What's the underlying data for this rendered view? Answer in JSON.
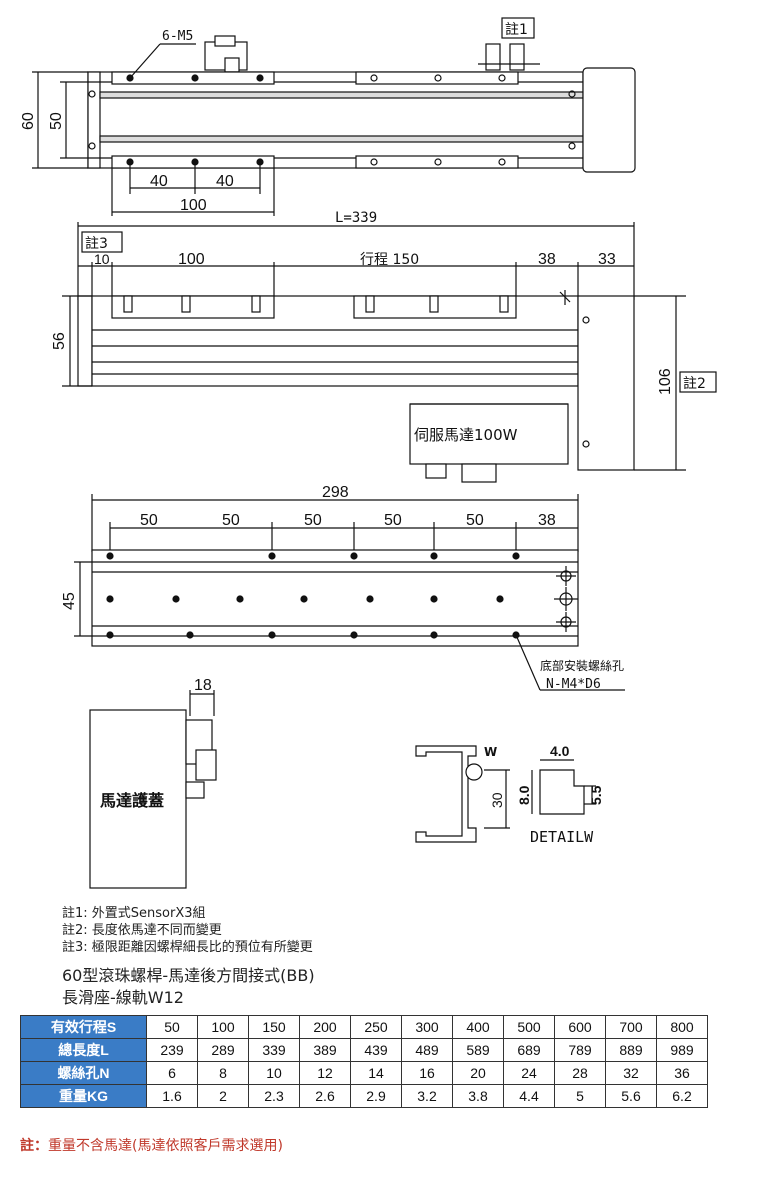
{
  "drawing": {
    "top_view": {
      "screw_callout": "6-M5",
      "note_ref": "註1",
      "dim_height_outer": "60",
      "dim_height_inner": "50",
      "dim_pitch_a": "40",
      "dim_pitch_b": "40",
      "dim_span": "100"
    },
    "side_view": {
      "length_label": "L=339",
      "note_ref_left": "註3",
      "note_ref_right": "註2",
      "dim_end": "10",
      "dim_carriage": "100",
      "dim_stroke": "行程 150",
      "dim_tail": "38",
      "dim_motor_block": "33",
      "dim_height": "56",
      "dim_total_height": "106",
      "motor_label": "伺服馬達100W"
    },
    "bottom_view": {
      "dim_total": "298",
      "dim_pitches": [
        "50",
        "50",
        "50",
        "50",
        "50"
      ],
      "dim_end": "38",
      "dim_height": "45",
      "hole_label": "底部安裝螺絲孔",
      "hole_callout": "N-M4*D6"
    },
    "end_view": {
      "dim_width": "18",
      "cover_label": "馬達護蓋"
    },
    "profile_view": {
      "dim_w": "W",
      "dim_30": "30",
      "dim_80": "8.0",
      "dim_40": "4.0",
      "dim_55": "5.5",
      "detail_label": "DETAILW"
    }
  },
  "notes": [
    "註1: 外置式SensorX3組",
    "註2: 長度依馬達不同而變更",
    "註3: 極限距離因螺桿細長比的預位有所變更"
  ],
  "title_line1": "60型滾珠螺桿-馬達後方間接式(BB)",
  "title_line2": "長滑座-線軌W12",
  "table": {
    "rows": [
      {
        "label": "有效行程S",
        "values": [
          "50",
          "100",
          "150",
          "200",
          "250",
          "300",
          "400",
          "500",
          "600",
          "700",
          "800"
        ]
      },
      {
        "label": "總長度L",
        "values": [
          "239",
          "289",
          "339",
          "389",
          "439",
          "489",
          "589",
          "689",
          "789",
          "889",
          "989"
        ]
      },
      {
        "label": "螺絲孔N",
        "values": [
          "6",
          "8",
          "10",
          "12",
          "14",
          "16",
          "20",
          "24",
          "28",
          "32",
          "36"
        ]
      },
      {
        "label": "重量KG",
        "values": [
          "1.6",
          "2",
          "2.3",
          "2.6",
          "2.9",
          "3.2",
          "3.8",
          "4.4",
          "5",
          "5.6",
          "6.2"
        ]
      }
    ]
  },
  "footer": {
    "prefix": "註：",
    "text": "重量不含馬達(馬達依照客戶需求選用)"
  },
  "colors": {
    "table_header": "#3a7cc6",
    "footer_text": "#c0392b",
    "line": "#111111"
  }
}
